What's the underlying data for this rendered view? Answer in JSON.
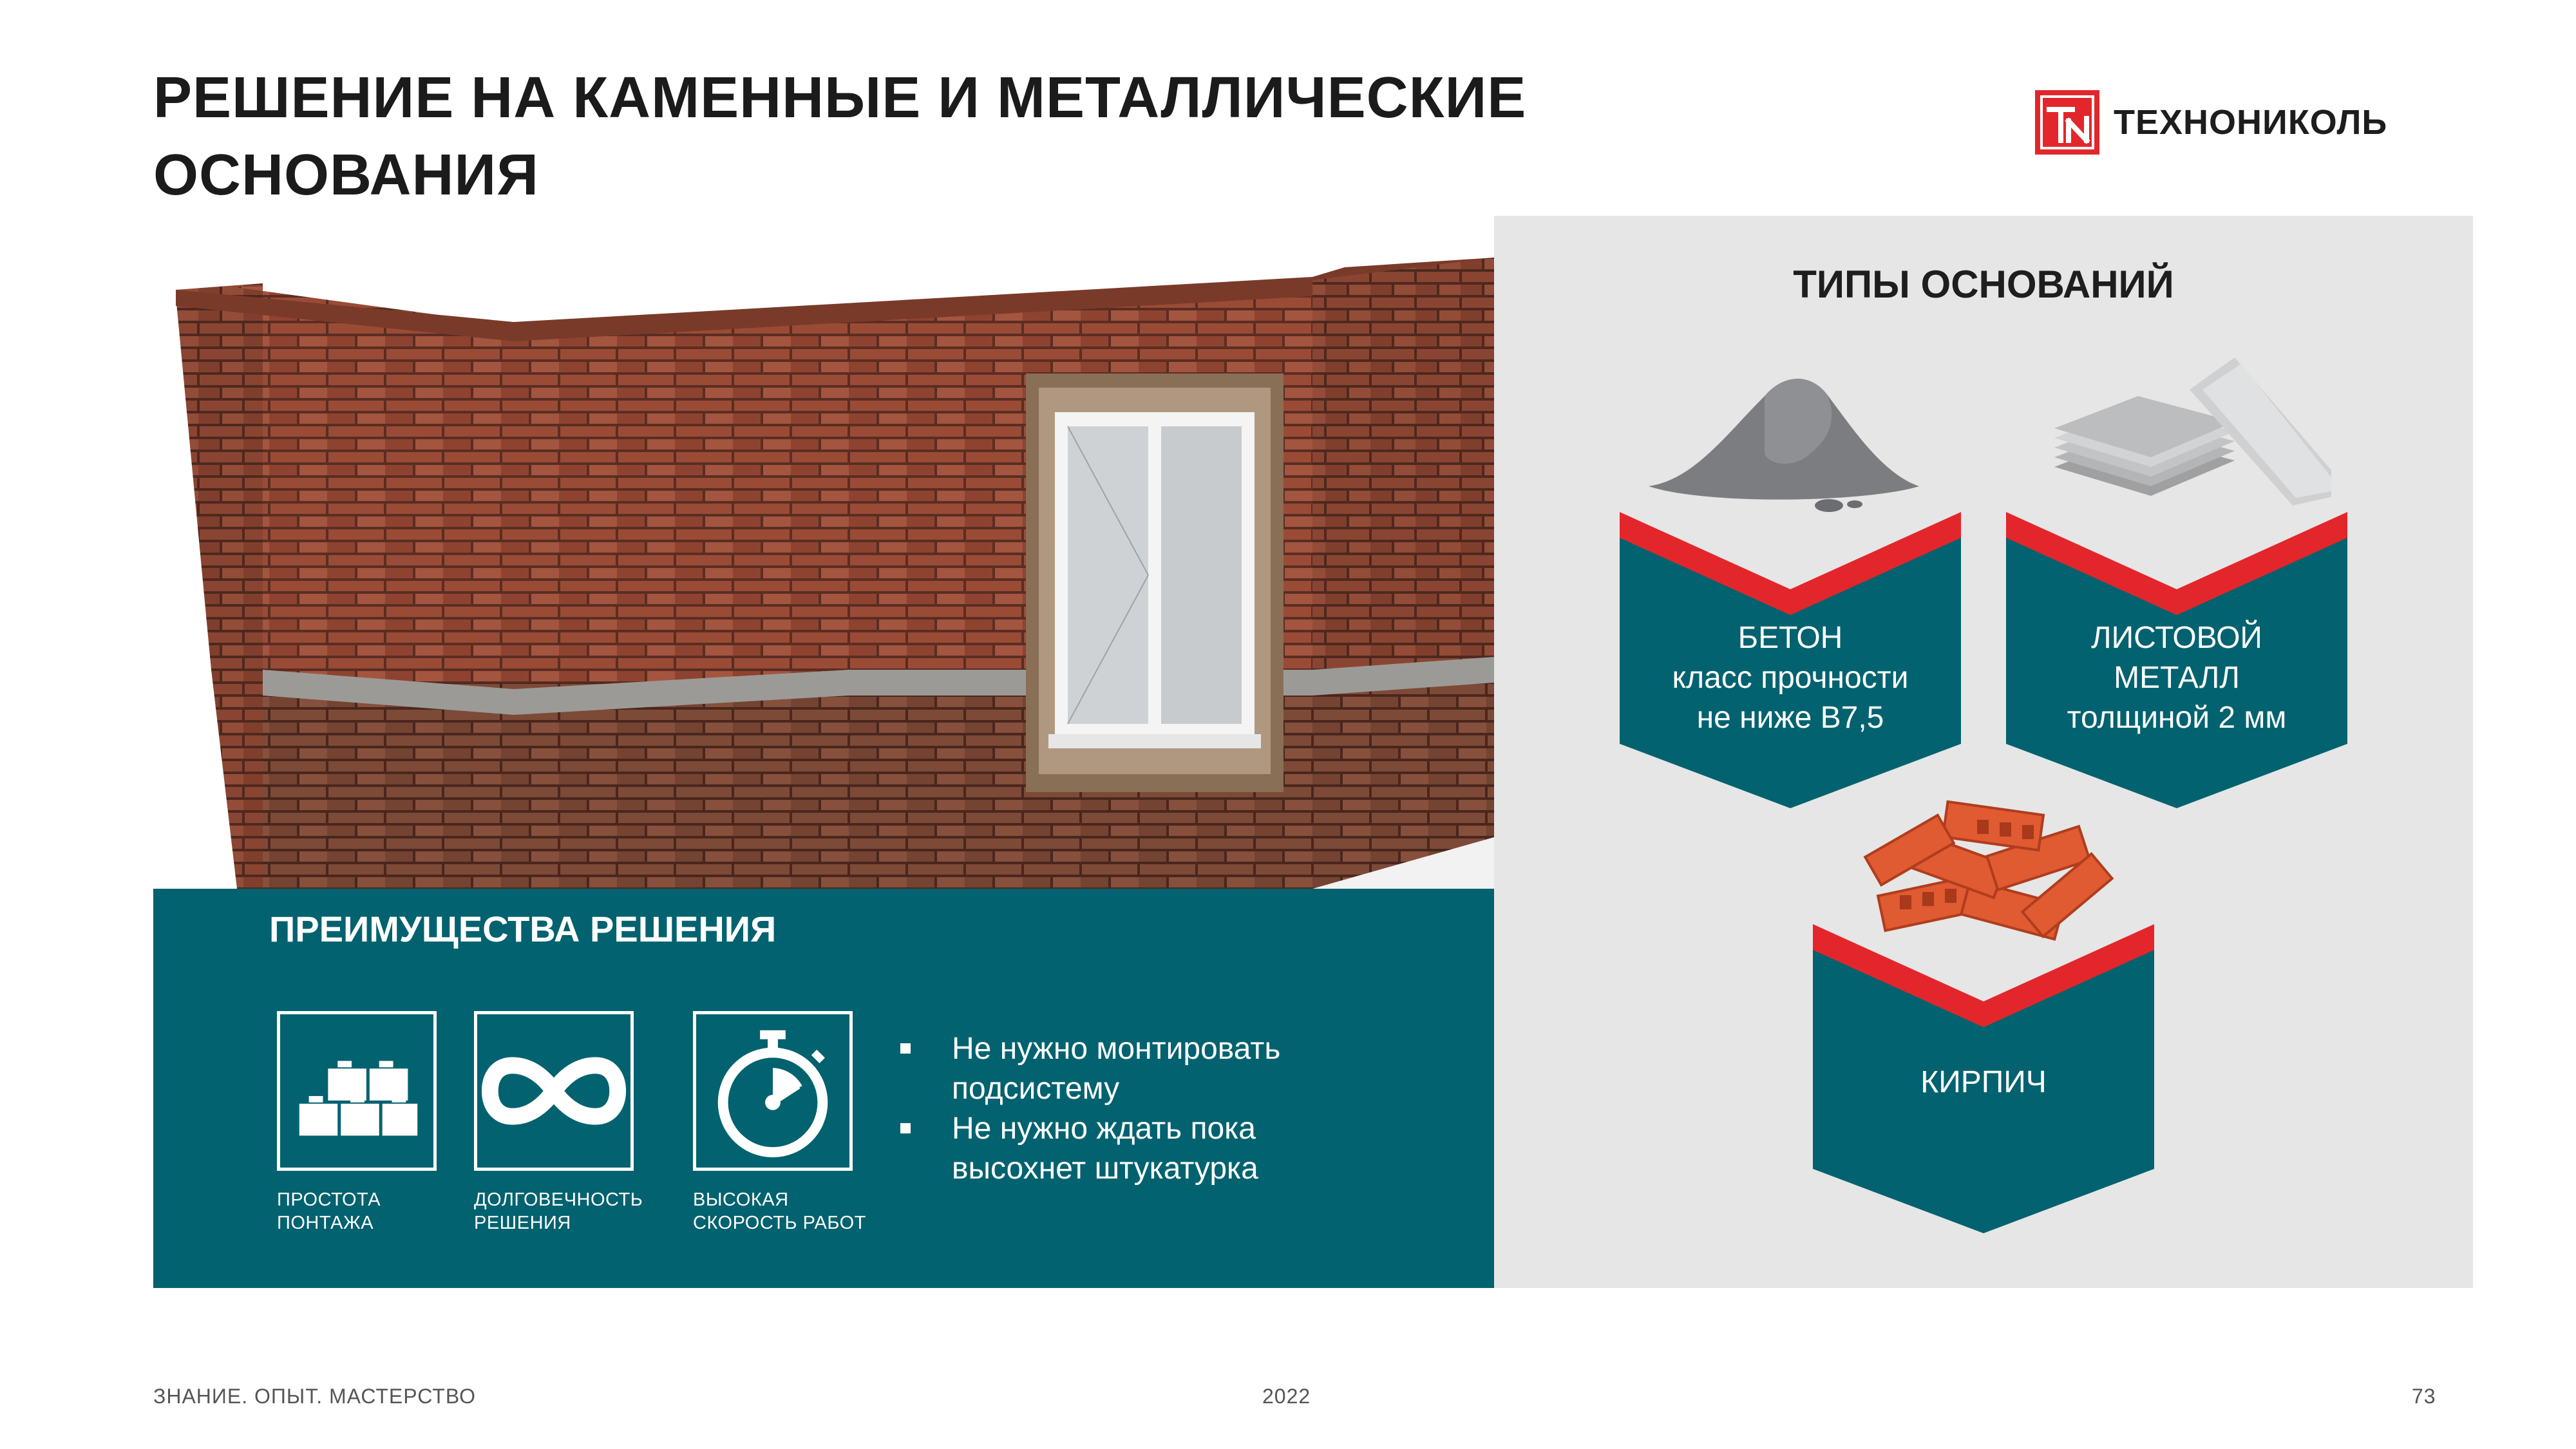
{
  "header": {
    "title_line1": "РЕШЕНИЕ НА КАМЕННЫЕ И МЕТАЛЛИЧЕСКИЕ",
    "title_line2": "ОСНОВАНИЯ",
    "logo_text": "ТЕХНОНИКОЛЬ",
    "logo_mark": "TN"
  },
  "types": {
    "title": "ТИПЫ ОСНОВАНИЙ",
    "cards": [
      {
        "icon": "concrete-pile-icon",
        "line1": "БЕТОН",
        "line2": "класс прочности",
        "line3": "не ниже В7,5"
      },
      {
        "icon": "metal-sheets-icon",
        "line1": "ЛИСТОВОЙ",
        "line2": "МЕТАЛЛ",
        "line3": "толщиной 2 мм"
      },
      {
        "icon": "bricks-pile-icon",
        "line1": "КИРПИЧ"
      }
    ]
  },
  "advantages": {
    "title": "ПРЕИМУЩЕСТВА РЕШЕНИЯ",
    "items": [
      {
        "icon": "blocks-icon",
        "caption_line1": "ПРОСТОТА",
        "caption_line2": "ПОНТАЖА"
      },
      {
        "icon": "infinity-icon",
        "caption_line1": "ДОЛГОВЕЧНОСТЬ",
        "caption_line2": "РЕШЕНИЯ"
      },
      {
        "icon": "stopwatch-icon",
        "caption_line1": "ВЫСОКАЯ",
        "caption_line2": "СКОРОСТЬ РАБОТ"
      }
    ],
    "bullets": [
      "Не нужно монтировать подсистему",
      "Не нужно ждать пока высохнет штукатурка"
    ]
  },
  "footer": {
    "slogan": "ЗНАНИЕ. ОПЫТ. МАСТЕРСТВО",
    "year": "2022",
    "page": "73"
  },
  "colors": {
    "teal": "#03626f",
    "red": "#e3262b",
    "panel": "#e6e6e6",
    "brick": "#9a4b36",
    "mortar": "#5a2d22"
  }
}
